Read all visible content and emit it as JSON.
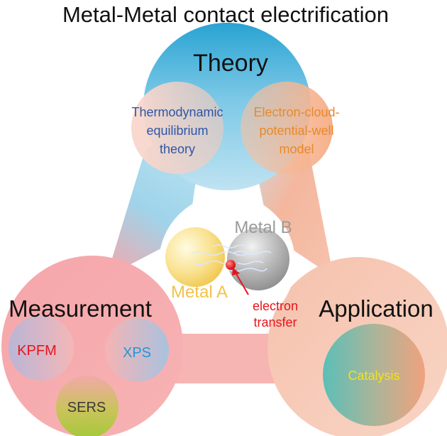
{
  "title": "Metal-Metal contact electrification",
  "theory": {
    "label": "Theory",
    "color": "#2aa6d6",
    "left_topic": [
      "Thermodynamic",
      "equilibrium",
      "theory"
    ],
    "left_topic_color": "#2e56a6",
    "right_topic": [
      "Electron-cloud-",
      "potential-well",
      "model"
    ],
    "right_topic_color": "#e8892a"
  },
  "measurement": {
    "label": "Measurement",
    "color": "#f47c86",
    "items": [
      {
        "label": "KPFM",
        "color": "#e8141b"
      },
      {
        "label": "XPS",
        "color": "#2595d6"
      },
      {
        "label": "SERS",
        "color": "#3a3a3a"
      }
    ]
  },
  "application": {
    "label": "Application",
    "color": "#f4b39a",
    "item": {
      "label": "Catalysis",
      "color": "#f2e21a"
    }
  },
  "center": {
    "metal_a": "Metal A",
    "metal_a_color": "#f2c34a",
    "metal_b": "Metal B",
    "metal_b_color": "#9a9a9a",
    "transfer": [
      "electron",
      "transfer"
    ],
    "transfer_color": "#e8141b"
  }
}
